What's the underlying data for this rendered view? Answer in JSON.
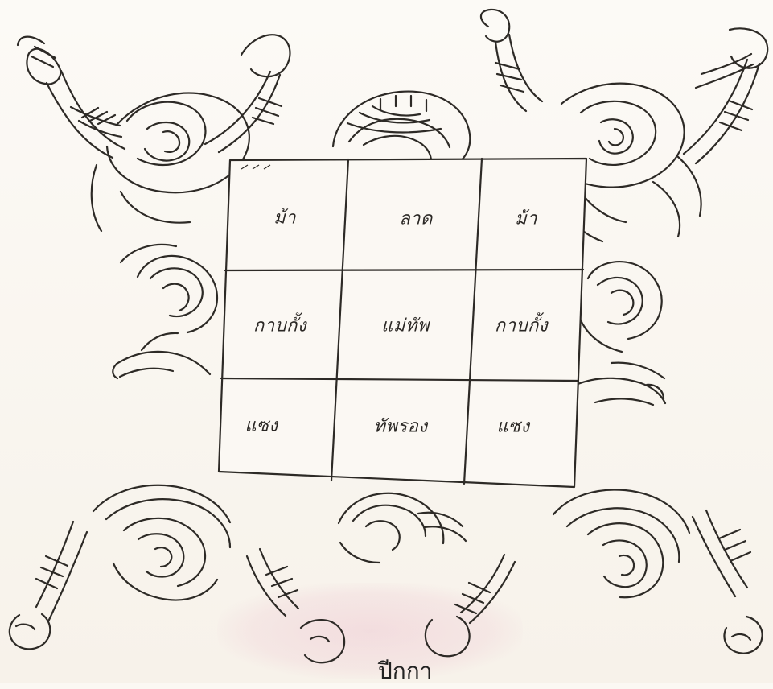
{
  "diagram": {
    "grid": {
      "rows": 3,
      "cols": 3,
      "cells": [
        [
          "ม้า",
          "ลาด",
          "ม้า"
        ],
        [
          "กาบกั้ง",
          "แม่ทัพ",
          "กาบกั้ง"
        ],
        [
          "แซง",
          "ทัพรอง",
          "แซง"
        ]
      ]
    },
    "caption": "ปีกกา"
  },
  "colors": {
    "ink": "#2d2a26",
    "paper": "#fbf8f3",
    "watermark": "#ecbecd"
  },
  "icons": [
    "giant-figure-icon",
    "fist-icon",
    "seal-watermark-icon"
  ]
}
